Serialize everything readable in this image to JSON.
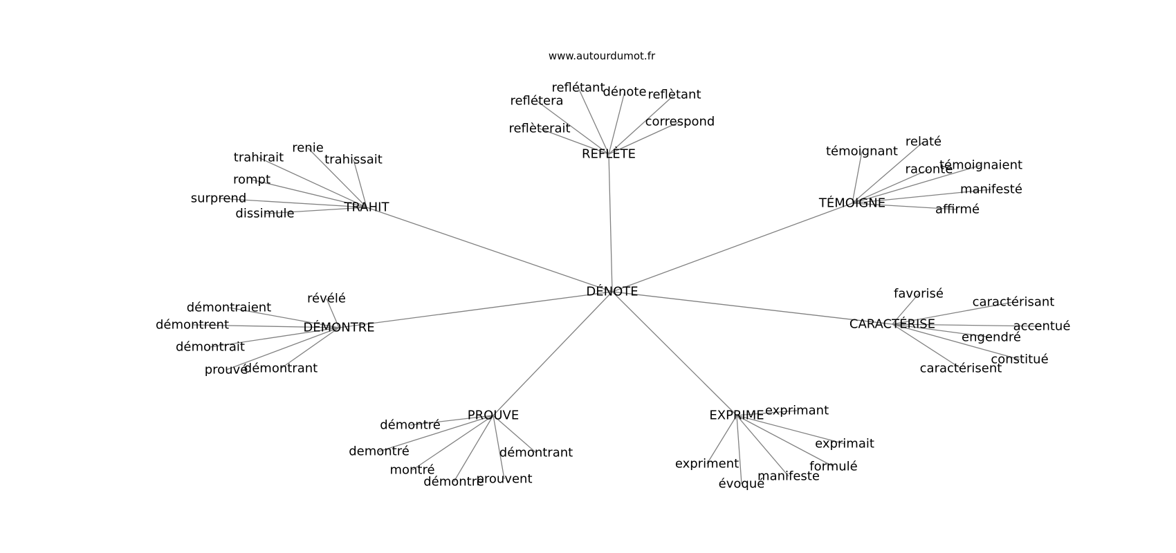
{
  "watermark": "www.autourdumot.fr",
  "graph": {
    "center": "DÉNOTE",
    "clusters": [
      {
        "hub": "REFLÈTE",
        "leaves": [
          "reflétant",
          "dénote",
          "reflètant",
          "reflétera",
          "reflèterait",
          "correspond"
        ]
      },
      {
        "hub": "TRAHIT",
        "leaves": [
          "renie",
          "trahirait",
          "trahissait",
          "rompt",
          "surprend",
          "dissimule"
        ]
      },
      {
        "hub": "TÉMOIGNE",
        "leaves": [
          "témoignant",
          "relaté",
          "raconte",
          "témoignaient",
          "manifesté",
          "affirmé"
        ]
      },
      {
        "hub": "DÉMONTRE",
        "leaves": [
          "révélé",
          "démontraient",
          "démontrent",
          "démontrait",
          "prouvé",
          "démontrant"
        ]
      },
      {
        "hub": "CARACTÉRISE",
        "leaves": [
          "favorisé",
          "caractérisant",
          "accentué",
          "engendré",
          "constitué",
          "caractérisent"
        ]
      },
      {
        "hub": "PROUVE",
        "leaves": [
          "démontré",
          "demontré",
          "montré",
          "démontre",
          "prouvent",
          "démontrant"
        ]
      },
      {
        "hub": "EXPRIME",
        "leaves": [
          "exprimant",
          "exprimait",
          "formulé",
          "manifeste",
          "évoqué",
          "expriment"
        ]
      }
    ]
  }
}
